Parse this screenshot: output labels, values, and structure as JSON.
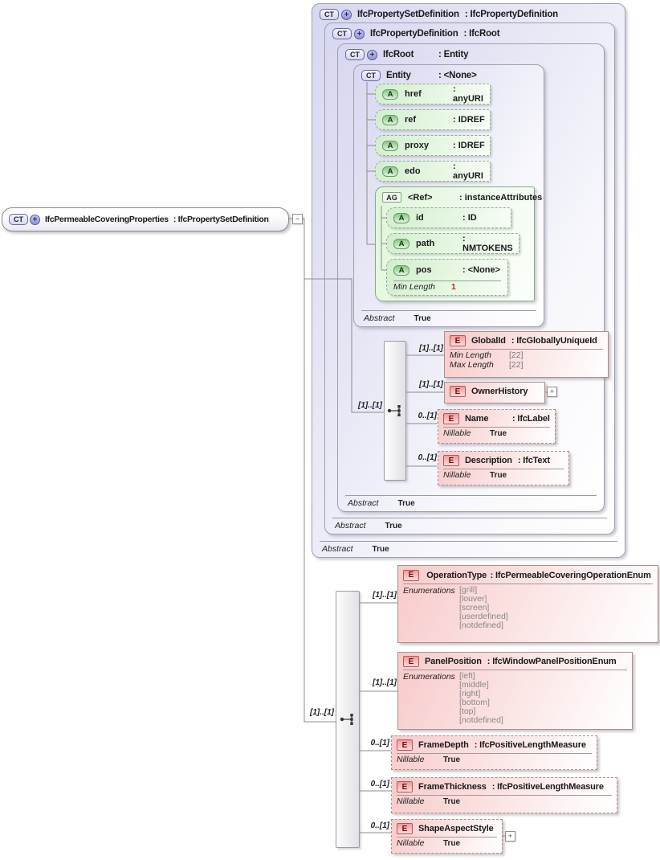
{
  "colors": {
    "frame_fill": "#d7d7f0",
    "attribute_fill": "#ddf2d8",
    "element_fill": "#f8cccc",
    "facet_value_gray": "#777777",
    "enum_gray": "#888888",
    "min_length_red": "#cc2222",
    "connector_line": "#8c8c8c"
  },
  "root_element": {
    "icon": "CT",
    "badge": "+",
    "name": "IfcPermeableCoveringProperties",
    "type": ": IfcPropertySetDefinition",
    "collapse_glyph": "−"
  },
  "frames": [
    {
      "icon": "CT",
      "badge": "+",
      "name": "IfcPropertySetDefinition",
      "type": ": IfcPropertyDefinition",
      "footer_label": "Abstract",
      "footer_value": "True"
    },
    {
      "icon": "CT",
      "badge": "+",
      "name": "IfcPropertyDefinition",
      "type": ": IfcRoot",
      "footer_label": "Abstract",
      "footer_value": "True"
    },
    {
      "icon": "CT",
      "badge": "+",
      "name": "IfcRoot",
      "type": ": Entity",
      "footer_label": "Abstract",
      "footer_value": "True"
    },
    {
      "icon": "CT",
      "name": "Entity",
      "type": ": <None>",
      "footer_label": "Abstract",
      "footer_value": "True"
    }
  ],
  "entity_attributes": [
    {
      "icon": "A",
      "name": "href",
      "type": ": anyURI"
    },
    {
      "icon": "A",
      "name": "ref",
      "type": ": IDREF"
    },
    {
      "icon": "A",
      "name": "proxy",
      "type": ": IDREF"
    },
    {
      "icon": "A",
      "name": "edo",
      "type": ": anyURI"
    }
  ],
  "attribute_group": {
    "icon": "AG",
    "name": "<Ref>",
    "type": ": instanceAttributes",
    "attributes": [
      {
        "icon": "A",
        "name": "id",
        "type": ": ID"
      },
      {
        "icon": "A",
        "name": "path",
        "type": ": NMTOKENS"
      },
      {
        "icon": "A",
        "name": "pos",
        "type": ": <None>",
        "facet_label": "Min Length",
        "facet_value": "1"
      }
    ]
  },
  "inherited_sequence": {
    "cardinality": "[1]..[1]",
    "elements": [
      {
        "icon": "E",
        "cardinality": "[1]..[1]",
        "name": "GlobalId",
        "type": ": IfcGloballyUniqueId",
        "facets": [
          {
            "label": "Min Length",
            "value": "[22]"
          },
          {
            "label": "Max Length",
            "value": "[22]"
          }
        ]
      },
      {
        "icon": "E",
        "cardinality": "[1]..[1]",
        "name": "OwnerHistory",
        "expand": "+"
      },
      {
        "icon": "E",
        "cardinality": "0..[1]",
        "name": "Name",
        "type": ": IfcLabel",
        "facets": [
          {
            "label": "Nillable",
            "value": "True"
          }
        ]
      },
      {
        "icon": "E",
        "cardinality": "0..[1]",
        "name": "Description",
        "type": ": IfcText",
        "facets": [
          {
            "label": "Nillable",
            "value": "True"
          }
        ]
      }
    ]
  },
  "own_sequence": {
    "cardinality": "[1]..[1]",
    "elements": [
      {
        "icon": "E",
        "cardinality": "[1]..[1]",
        "name": "OperationType",
        "type": ": IfcPermeableCoveringOperationEnum",
        "facet_label": "Enumerations",
        "enums": [
          "[grill]",
          "[louver]",
          "[screen]",
          "[userdefined]",
          "[notdefined]"
        ]
      },
      {
        "icon": "E",
        "cardinality": "[1]..[1]",
        "name": "PanelPosition",
        "type": ": IfcWindowPanelPositionEnum",
        "facet_label": "Enumerations",
        "enums": [
          "[left]",
          "[middle]",
          "[right]",
          "[bottom]",
          "[top]",
          "[notdefined]"
        ]
      },
      {
        "icon": "E",
        "cardinality": "0..[1]",
        "name": "FrameDepth",
        "type": ": IfcPositiveLengthMeasure",
        "facets": [
          {
            "label": "Nillable",
            "value": "True"
          }
        ]
      },
      {
        "icon": "E",
        "cardinality": "0..[1]",
        "name": "FrameThickness",
        "type": ": IfcPositiveLengthMeasure",
        "facets": [
          {
            "label": "Nillable",
            "value": "True"
          }
        ]
      },
      {
        "icon": "E",
        "cardinality": "0..[1]",
        "name": "ShapeAspectStyle",
        "facets": [
          {
            "label": "Nillable",
            "value": "True"
          }
        ],
        "expand": "+"
      }
    ]
  }
}
